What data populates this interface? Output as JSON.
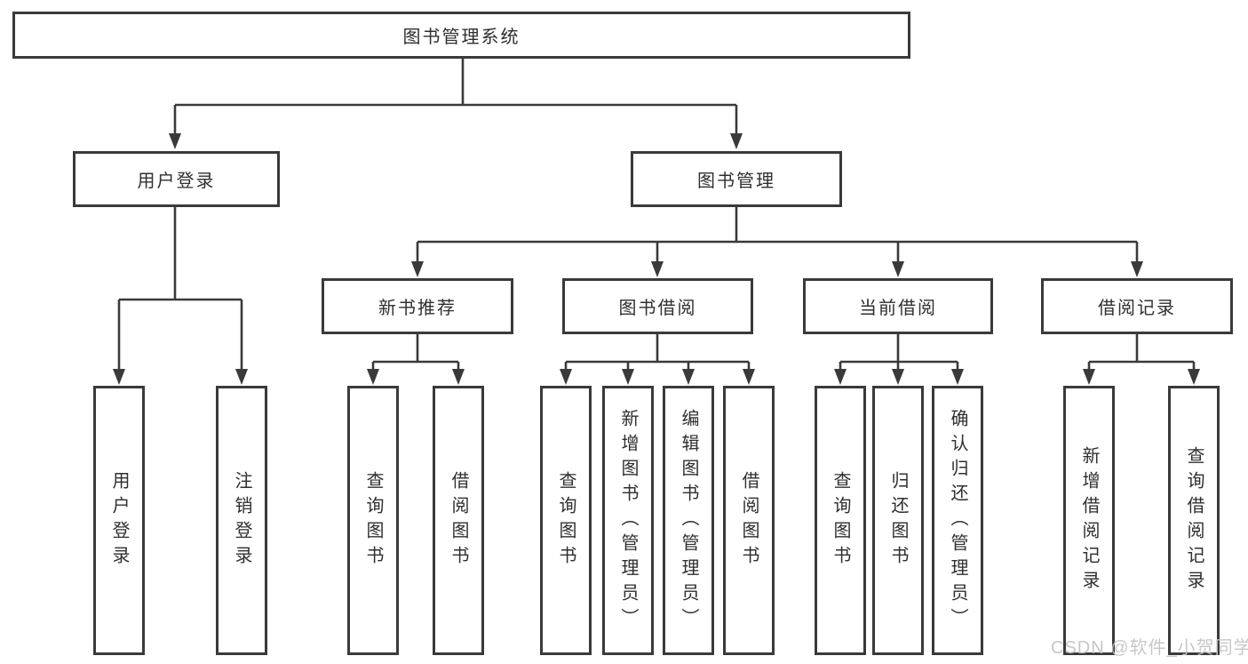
{
  "diagram": {
    "title": "图书管理系统",
    "type": "functional-structure-tree",
    "colors": {
      "line": "#3a3a3a",
      "box_border": "#3a3a3a",
      "text": "#2f2f2f",
      "background": "#ffffff",
      "watermark": "#c3c3c3"
    },
    "nodes": {
      "root": "图书管理系统",
      "user_login_branch": "用户登录",
      "book_mgmt_branch": "图书管理",
      "new_book_rec": "新书推荐",
      "book_borrow": "图书借阅",
      "current_borrow": "当前借阅",
      "borrow_record": "借阅记录",
      "ul_login": "用户登录",
      "ul_logout": "注销登录",
      "nbr_query": "查询图书",
      "nbr_borrow": "借阅图书",
      "bb_query": "查询图书",
      "bb_add": "新增图书（管理员）",
      "bb_edit": "编辑图书（管理员）",
      "bb_borrow": "借阅图书",
      "cb_query": "查询图书",
      "cb_return": "归还图书",
      "cb_confirm": "确认归还（管理员）",
      "br_add": "新增借阅记录",
      "br_query": "查询借阅记录"
    },
    "hierarchy": {
      "图书管理系统": {
        "用户登录": [
          "用户登录",
          "注销登录"
        ],
        "图书管理": {
          "新书推荐": [
            "查询图书",
            "借阅图书"
          ],
          "图书借阅": [
            "查询图书",
            "新增图书（管理员）",
            "编辑图书（管理员）",
            "借阅图书"
          ],
          "当前借阅": [
            "查询图书",
            "归还图书",
            "确认归还（管理员）"
          ],
          "借阅记录": [
            "新增借阅记录",
            "查询借阅记录"
          ]
        }
      }
    }
  },
  "watermark": "CSDN @软件_小贺同学"
}
